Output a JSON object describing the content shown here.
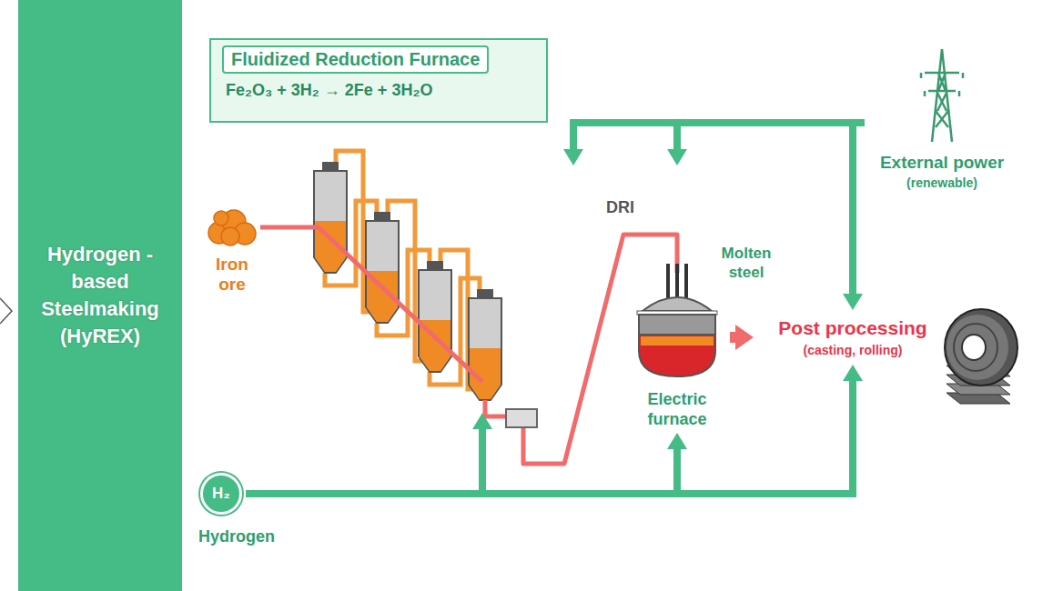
{
  "diagram": {
    "nodes": [
      {
        "text": [
          "Hydrogen -based Steelmaking (HyREX)"
        ]
      },
      {
        "text": [
          "Fluidized Reduction Furnace",
          "Fe₂O₃ + 3H₂ → 2Fe + 3H₂O"
        ]
      },
      {
        "text": [
          "Iron ore"
        ]
      },
      {
        "text": [
          "Electric furnace"
        ]
      },
      {
        "text": [
          "Post processing",
          "(casting, rolling)"
        ]
      },
      {
        "text": [
          "External power",
          "(renewable)"
        ]
      },
      {
        "text": [
          "H₂",
          "Hydrogen"
        ]
      }
    ],
    "edges": [
      {
        "from": 3,
        "to": 4,
        "arrow": "to"
      },
      {
        "from": 5,
        "to": 3,
        "arrow": "to"
      },
      {
        "from": 5,
        "to": 4,
        "arrow": "to"
      },
      {
        "from": 6,
        "to": 3,
        "arrow": "to"
      },
      {
        "from": 6,
        "to": 4,
        "arrow": "to"
      }
    ],
    "labels": [
      "DRI",
      "Molten steel"
    ]
  }
}
